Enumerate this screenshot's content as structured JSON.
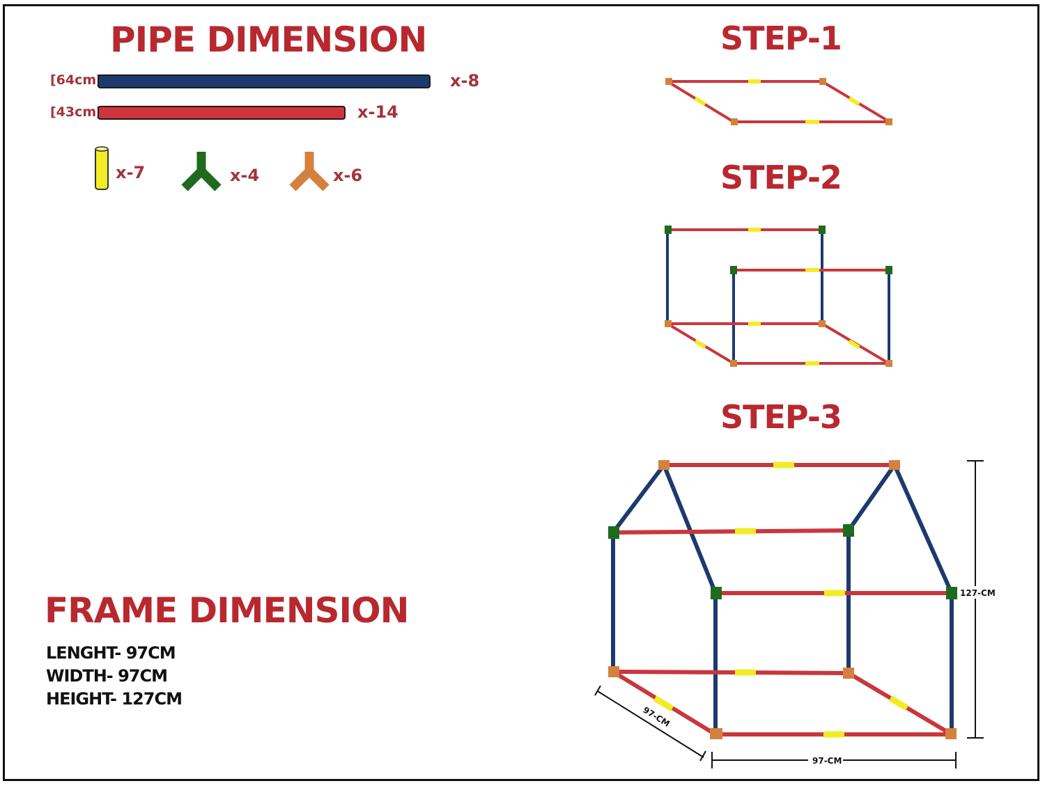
{
  "pipe_dimension": {
    "title": "PIPE DIMENSION",
    "pipes": [
      {
        "length": "[64cm]",
        "qty": "x-8",
        "color": "#1c3a6e"
      },
      {
        "length": "[43cm]",
        "qty": "x-14",
        "color": "#d1343c"
      }
    ],
    "connectors": [
      {
        "icon": "straight-connector-icon",
        "qty": "x-7",
        "color": "#f2ec28"
      },
      {
        "icon": "y-connector-green-icon",
        "qty": "x-4",
        "color": "#1e6b1e"
      },
      {
        "icon": "y-connector-orange-icon",
        "qty": "x-6",
        "color": "#d4813e"
      }
    ]
  },
  "steps": [
    {
      "title": "STEP-1"
    },
    {
      "title": "STEP-2"
    },
    {
      "title": "STEP-3"
    }
  ],
  "frame_dimension": {
    "title": "FRAME DIMENSION",
    "lines": [
      "LENGHT- 97CM",
      "WIDTH- 97CM",
      "HEIGHT- 127CM"
    ]
  },
  "step3_labels": {
    "depth": "97-CM",
    "width": "97-CM",
    "height": "127-CM"
  },
  "colors": {
    "heading": "#b8282f",
    "blue_pipe": "#1c3a6e",
    "red_pipe": "#c8373c",
    "yellow": "#f2ec28",
    "green": "#1e6b1e",
    "orange": "#d4813e"
  }
}
